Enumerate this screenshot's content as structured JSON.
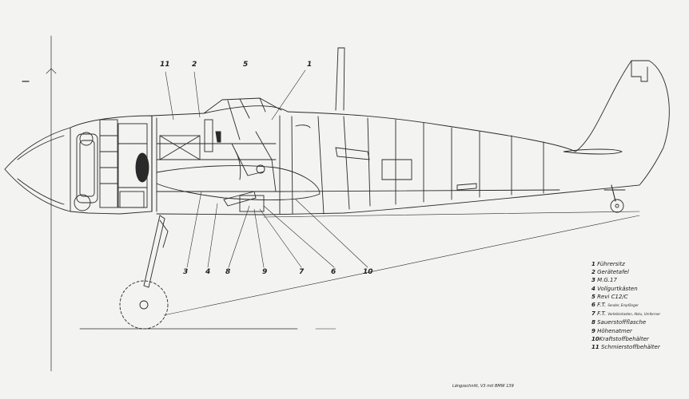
{
  "callouts_top": [
    "11",
    "2",
    "5",
    "1"
  ],
  "callouts_bottom": [
    "3",
    "4",
    "8",
    "9",
    "7",
    "6",
    "10"
  ],
  "legend": [
    {
      "num": "1",
      "text": "Führersitz",
      "sub": ""
    },
    {
      "num": "2",
      "text": "Gerätetafel",
      "sub": ""
    },
    {
      "num": "3",
      "text": "M.G.17",
      "sub": ""
    },
    {
      "num": "4",
      "text": "Vollgurtkästen",
      "sub": ""
    },
    {
      "num": "5",
      "text": "Revi C12/C",
      "sub": ""
    },
    {
      "num": "6",
      "text": "F.T.",
      "sub": "Sender, Empfänger"
    },
    {
      "num": "7",
      "text": "F.T.",
      "sub": "Verteilerkasten, Akku, Umformer"
    },
    {
      "num": "8",
      "text": "Sauerstoffflasche",
      "sub": ""
    },
    {
      "num": "9",
      "text": "Höhenatmer",
      "sub": ""
    },
    {
      "num": "10",
      "text": "Kraftstoffbehälter",
      "sub": ""
    },
    {
      "num": "11",
      "text": "Schmierstoffbehälter",
      "sub": ""
    }
  ],
  "caption": "Längsschnitt, V3 mit BMW 139"
}
